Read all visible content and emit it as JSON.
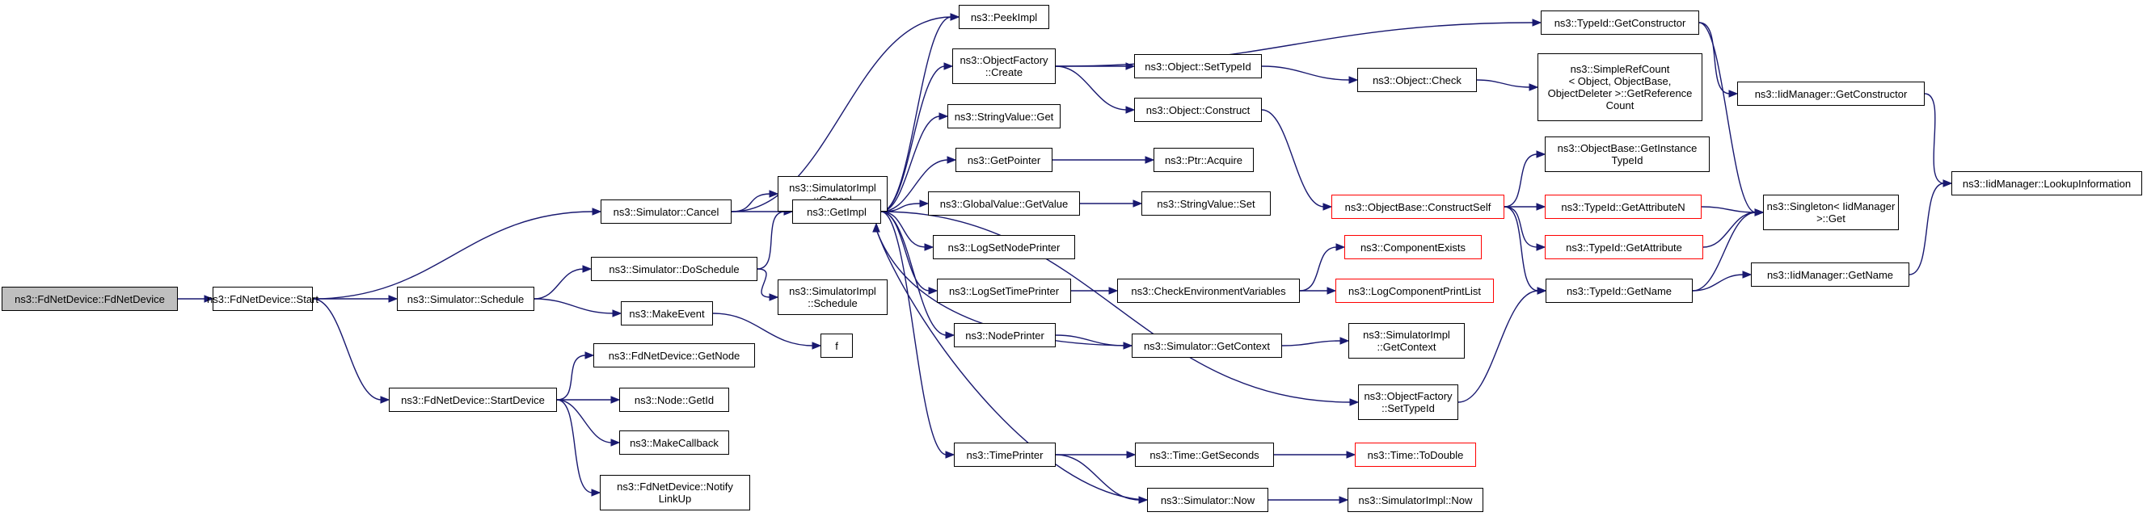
{
  "diagram": {
    "type": "call-graph",
    "colors": {
      "edge": "#191970",
      "box_border": "#000000",
      "truncated_border": "#ff0000",
      "root_fill": "#bfbfbf"
    },
    "nodes": [
      {
        "id": "n_ctor",
        "label": "ns3::FdNetDevice::FdNetDevice",
        "root": true
      },
      {
        "id": "n_start",
        "label": "ns3::FdNetDevice::Start"
      },
      {
        "id": "n_cancel",
        "label": "ns3::Simulator::Cancel"
      },
      {
        "id": "n_schedule",
        "label": "ns3::Simulator::Schedule"
      },
      {
        "id": "n_startdev",
        "label": "ns3::FdNetDevice::StartDevice"
      },
      {
        "id": "n_peekimpl",
        "label": "ns3::PeekImpl"
      },
      {
        "id": "n_simimplcancel",
        "label": "ns3::SimulatorImpl\n::Cancel"
      },
      {
        "id": "n_getimpl",
        "label": "ns3::GetImpl"
      },
      {
        "id": "n_doschedule",
        "label": "ns3::Simulator::DoSchedule"
      },
      {
        "id": "n_makeevent",
        "label": "ns3::MakeEvent"
      },
      {
        "id": "n_simimplschedule",
        "label": "ns3::SimulatorImpl\n::Schedule"
      },
      {
        "id": "n_f",
        "label": "f"
      },
      {
        "id": "n_getnode",
        "label": "ns3::FdNetDevice::GetNode"
      },
      {
        "id": "n_nodegetid",
        "label": "ns3::Node::GetId"
      },
      {
        "id": "n_makecallback",
        "label": "ns3::MakeCallback"
      },
      {
        "id": "n_notifylinkup",
        "label": "ns3::FdNetDevice::Notify\nLinkUp"
      },
      {
        "id": "n_ofcreate",
        "label": "ns3::ObjectFactory\n::Create"
      },
      {
        "id": "n_stringvalueget",
        "label": "ns3::StringValue::Get"
      },
      {
        "id": "n_getpointer",
        "label": "ns3::GetPointer"
      },
      {
        "id": "n_gvgetvalue",
        "label": "ns3::GlobalValue::GetValue"
      },
      {
        "id": "n_logsetnodeprinter",
        "label": "ns3::LogSetNodePrinter"
      },
      {
        "id": "n_logsettimeprinter",
        "label": "ns3::LogSetTimePrinter"
      },
      {
        "id": "n_nodeprinter",
        "label": "ns3::NodePrinter"
      },
      {
        "id": "n_timeprinter",
        "label": "ns3::TimePrinter"
      },
      {
        "id": "n_settypeid",
        "label": "ns3::Object::SetTypeId"
      },
      {
        "id": "n_objconstruct",
        "label": "ns3::Object::Construct"
      },
      {
        "id": "n_ptracquire",
        "label": "ns3::Ptr::Acquire"
      },
      {
        "id": "n_stringvalueset",
        "label": "ns3::StringValue::Set"
      },
      {
        "id": "n_checkenv",
        "label": "ns3::CheckEnvironmentVariables"
      },
      {
        "id": "n_getcontext",
        "label": "ns3::Simulator::GetContext"
      },
      {
        "id": "n_getseconds",
        "label": "ns3::Time::GetSeconds"
      },
      {
        "id": "n_simnow",
        "label": "ns3::Simulator::Now"
      },
      {
        "id": "n_objcheck",
        "label": "ns3::Object::Check"
      },
      {
        "id": "n_typeidgetctor",
        "label": "ns3::TypeId::GetConstructor"
      },
      {
        "id": "n_getrefcount",
        "label": "ns3::SimpleRefCount\n< Object, ObjectBase,\nObjectDeleter >::GetReference\nCount"
      },
      {
        "id": "n_constructself",
        "label": "ns3::ObjectBase::ConstructSelf",
        "truncated": true
      },
      {
        "id": "n_getinstancetypeid",
        "label": "ns3::ObjectBase::GetInstance\nTypeId"
      },
      {
        "id": "n_getattributen",
        "label": "ns3::TypeId::GetAttributeN",
        "truncated": true
      },
      {
        "id": "n_getattribute",
        "label": "ns3::TypeId::GetAttribute",
        "truncated": true
      },
      {
        "id": "n_componentexists",
        "label": "ns3::ComponentExists",
        "truncated": true
      },
      {
        "id": "n_logcompprint",
        "label": "ns3::LogComponentPrintList",
        "truncated": true
      },
      {
        "id": "n_typeidgetname",
        "label": "ns3::TypeId::GetName"
      },
      {
        "id": "n_simimplgetcontext",
        "label": "ns3::SimulatorImpl\n::GetContext"
      },
      {
        "id": "n_ofsettypeid",
        "label": "ns3::ObjectFactory\n::SetTypeId"
      },
      {
        "id": "n_todouble",
        "label": "ns3::Time::ToDouble",
        "truncated": true
      },
      {
        "id": "n_simimplnow",
        "label": "ns3::SimulatorImpl::Now"
      },
      {
        "id": "n_iidgetctor",
        "label": "ns3::IidManager::GetConstructor"
      },
      {
        "id": "n_singleton",
        "label": "ns3::Singleton< IidManager\n>::Get"
      },
      {
        "id": "n_iidgetname",
        "label": "ns3::IidManager::GetName"
      },
      {
        "id": "n_lookupinfo",
        "label": "ns3::IidManager::LookupInformation"
      }
    ],
    "edges": [
      [
        "n_ctor",
        "n_start"
      ],
      [
        "n_start",
        "n_cancel"
      ],
      [
        "n_start",
        "n_schedule"
      ],
      [
        "n_start",
        "n_startdev"
      ],
      [
        "n_cancel",
        "n_peekimpl"
      ],
      [
        "n_cancel",
        "n_simimplcancel"
      ],
      [
        "n_cancel",
        "n_getimpl"
      ],
      [
        "n_schedule",
        "n_doschedule"
      ],
      [
        "n_schedule",
        "n_makeevent"
      ],
      [
        "n_doschedule",
        "n_getimpl"
      ],
      [
        "n_doschedule",
        "n_simimplschedule"
      ],
      [
        "n_makeevent",
        "n_f"
      ],
      [
        "n_startdev",
        "n_getnode"
      ],
      [
        "n_startdev",
        "n_nodegetid"
      ],
      [
        "n_startdev",
        "n_makecallback"
      ],
      [
        "n_startdev",
        "n_notifylinkup"
      ],
      [
        "n_getimpl",
        "n_peekimpl"
      ],
      [
        "n_getimpl",
        "n_ofcreate"
      ],
      [
        "n_getimpl",
        "n_stringvalueget"
      ],
      [
        "n_getimpl",
        "n_getpointer"
      ],
      [
        "n_getimpl",
        "n_gvgetvalue"
      ],
      [
        "n_getimpl",
        "n_logsetnodeprinter"
      ],
      [
        "n_getimpl",
        "n_logsettimeprinter"
      ],
      [
        "n_getimpl",
        "n_nodeprinter"
      ],
      [
        "n_getimpl",
        "n_timeprinter"
      ],
      [
        "n_getimpl",
        "n_ofsettypeid"
      ],
      [
        "n_ofcreate",
        "n_typeidgetctor"
      ],
      [
        "n_ofcreate",
        "n_settypeid"
      ],
      [
        "n_ofcreate",
        "n_objconstruct"
      ],
      [
        "n_settypeid",
        "n_objcheck"
      ],
      [
        "n_objcheck",
        "n_getrefcount"
      ],
      [
        "n_objconstruct",
        "n_constructself"
      ],
      [
        "n_getpointer",
        "n_ptracquire"
      ],
      [
        "n_gvgetvalue",
        "n_stringvalueset"
      ],
      [
        "n_logsettimeprinter",
        "n_checkenv"
      ],
      [
        "n_checkenv",
        "n_componentexists"
      ],
      [
        "n_checkenv",
        "n_logcompprint"
      ],
      [
        "n_nodeprinter",
        "n_getcontext"
      ],
      [
        "n_getcontext",
        "n_getimpl"
      ],
      [
        "n_getcontext",
        "n_simimplgetcontext"
      ],
      [
        "n_timeprinter",
        "n_getseconds"
      ],
      [
        "n_timeprinter",
        "n_simnow"
      ],
      [
        "n_getseconds",
        "n_todouble"
      ],
      [
        "n_simnow",
        "n_getimpl"
      ],
      [
        "n_simnow",
        "n_simimplnow"
      ],
      [
        "n_constructself",
        "n_getinstancetypeid"
      ],
      [
        "n_constructself",
        "n_getattributen"
      ],
      [
        "n_constructself",
        "n_getattribute"
      ],
      [
        "n_constructself",
        "n_typeidgetname"
      ],
      [
        "n_ofsettypeid",
        "n_typeidgetname"
      ],
      [
        "n_typeidgetctor",
        "n_iidgetctor"
      ],
      [
        "n_typeidgetctor",
        "n_singleton"
      ],
      [
        "n_getattributen",
        "n_singleton"
      ],
      [
        "n_getattribute",
        "n_singleton"
      ],
      [
        "n_typeidgetname",
        "n_singleton"
      ],
      [
        "n_typeidgetname",
        "n_iidgetname"
      ],
      [
        "n_iidgetctor",
        "n_lookupinfo"
      ],
      [
        "n_iidgetname",
        "n_lookupinfo"
      ]
    ]
  }
}
